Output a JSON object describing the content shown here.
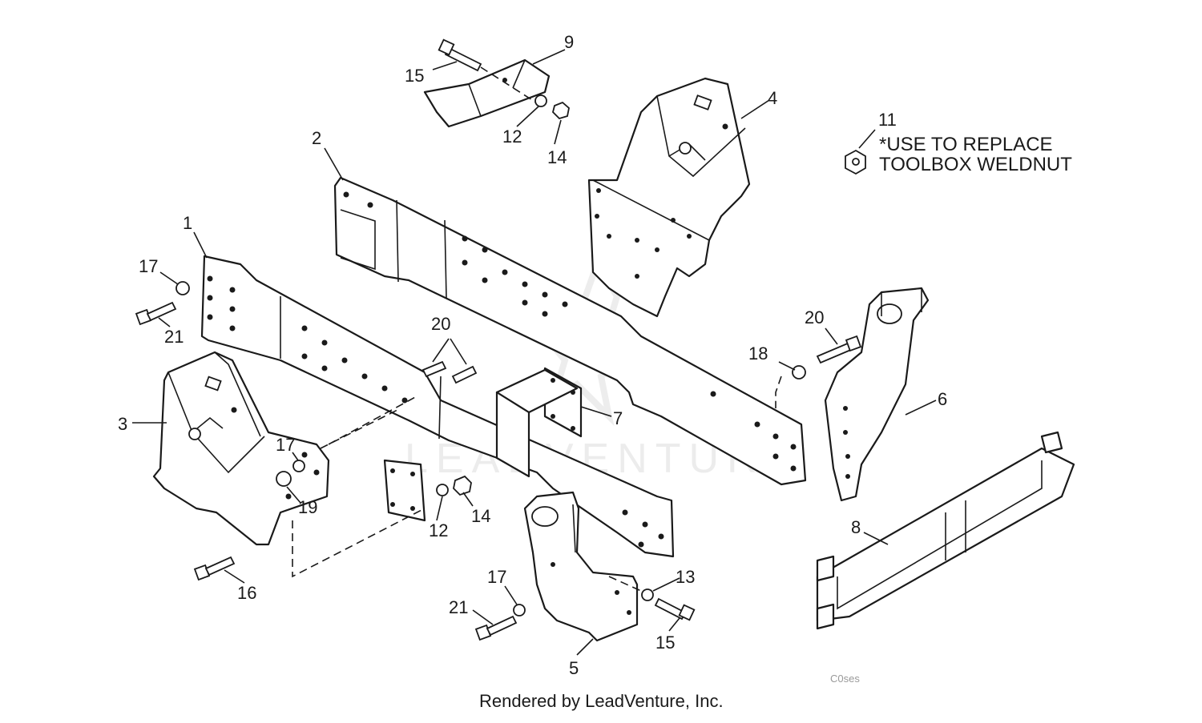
{
  "callouts": {
    "c1": "1",
    "c2": "2",
    "c3": "3",
    "c4": "4",
    "c5": "5",
    "c6": "6",
    "c7": "7",
    "c8": "8",
    "c9": "9",
    "c11": "11",
    "c12a": "12",
    "c12b": "12",
    "c13": "13",
    "c14a": "14",
    "c14b": "14",
    "c15a": "15",
    "c15b": "15",
    "c16": "16",
    "c17a": "17",
    "c17b": "17",
    "c17c": "17",
    "c18": "18",
    "c19": "19",
    "c20a": "20",
    "c20b": "20",
    "c21a": "21",
    "c21b": "21"
  },
  "note": {
    "line1": "*USE TO REPLACE",
    "line2": "TOOLBOX WELDNUT"
  },
  "drawing_code": "C0ses",
  "watermark": "LEADVENTURE",
  "footer": "Rendered by LeadVenture, Inc."
}
